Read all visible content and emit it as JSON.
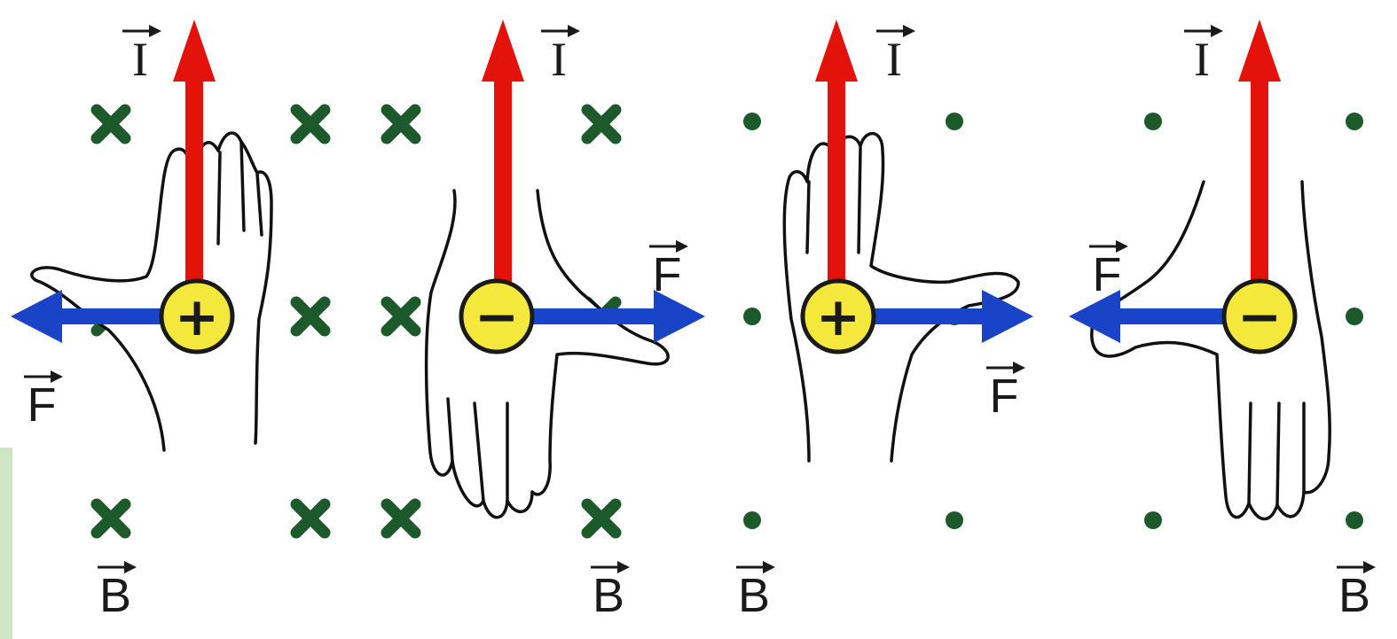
{
  "colors": {
    "current": "#e3120b",
    "force": "#1a44c8",
    "field": "#1c5a2c",
    "charge": "#f4e83c",
    "hand_outline": "#111111",
    "side_panel": "#cfe6c4"
  },
  "panels": [
    {
      "field_direction": "into page",
      "field_symbol": "cross-icon",
      "charge_sign": "+",
      "force_direction": "left",
      "labels": {
        "current": "I",
        "force": "F",
        "field": "B"
      }
    },
    {
      "field_direction": "into page",
      "field_symbol": "cross-icon",
      "charge_sign": "−",
      "force_direction": "right",
      "labels": {
        "current": "I",
        "force": "F",
        "field": "B"
      }
    },
    {
      "field_direction": "out of page",
      "field_symbol": "dot-icon",
      "charge_sign": "+",
      "force_direction": "right",
      "labels": {
        "current": "I",
        "force": "F",
        "field": "B"
      }
    },
    {
      "field_direction": "out of page",
      "field_symbol": "dot-icon",
      "charge_sign": "−",
      "force_direction": "left",
      "labels": {
        "current": "I",
        "force": "F",
        "field": "B"
      }
    }
  ]
}
